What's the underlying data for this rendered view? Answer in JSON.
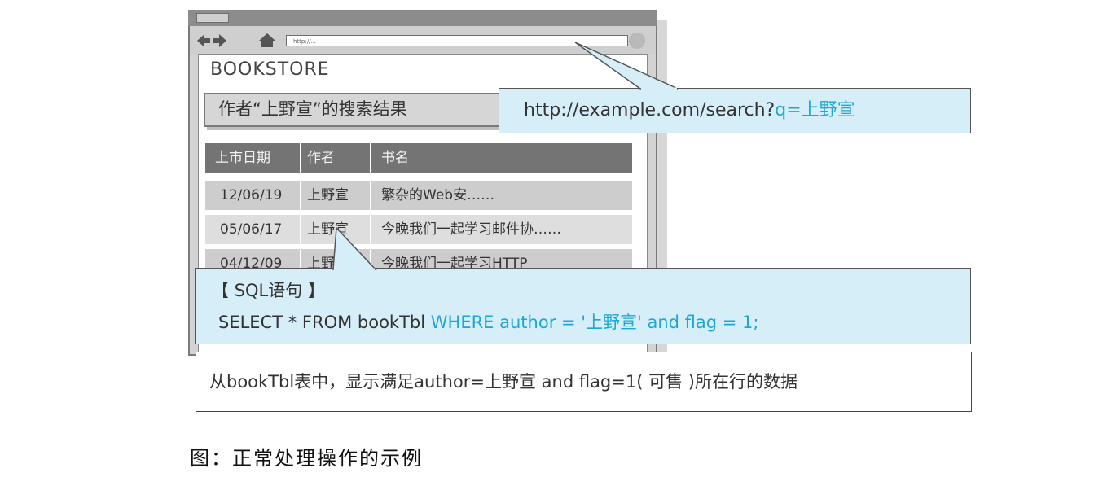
{
  "browser": {
    "url_bar_text": "http://...",
    "brand": "BOOKSTORE",
    "result_heading": "作者“上野宣”的搜索结果"
  },
  "table": {
    "headers": [
      "上市日期",
      "作者",
      "书名"
    ],
    "rows": [
      [
        "12/06/19",
        "上野宣",
        "繁杂的Web安……"
      ],
      [
        "05/06/17",
        "上野宣",
        "今晚我们一起学习邮件协……"
      ],
      [
        "04/12/09",
        "上野宣",
        "今晚我们一起学习HTTP"
      ]
    ]
  },
  "url_callout": {
    "prefix": "http://example.com/search?",
    "param": "q=上野宣"
  },
  "sql_callout": {
    "title": "【 SQL语句 】",
    "part1": "SELECT * FROM bookTbl ",
    "part2": "WHERE author = '上野宣' and flag = 1;"
  },
  "explanation": "从bookTbl表中，显示满足author=上野宣 and flag=1( 可售 )所在行的数据",
  "caption": "图：正常处理操作的示例",
  "colors": {
    "callout_fill": "#d6eef8",
    "highlight": "#1da7d6",
    "table_header": "#747474"
  }
}
